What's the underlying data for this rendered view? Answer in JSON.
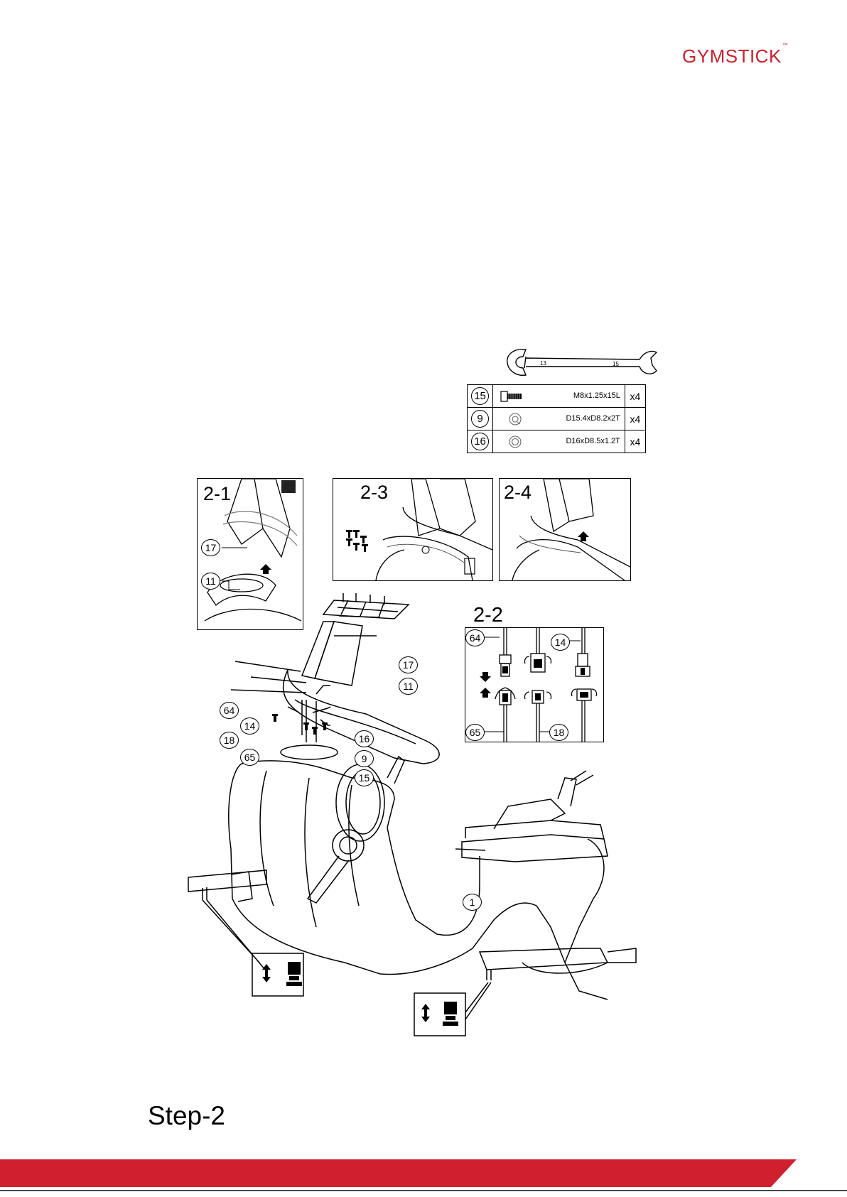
{
  "brand": {
    "name": "GYMSTICK",
    "trademark": "™",
    "color": "#d0202e"
  },
  "wrench": {
    "size_left": "13",
    "size_right": "15"
  },
  "parts_list": [
    {
      "number": "15",
      "spec": "M8x1.25x15L",
      "qty": "x4",
      "icon": "bolt-icon"
    },
    {
      "number": "9",
      "spec": "D15.4xD8.2x2T",
      "qty": "x4",
      "icon": "curved-washer-icon"
    },
    {
      "number": "16",
      "spec": "D16xD8.5x1.2T",
      "qty": "x4",
      "icon": "flat-washer-icon"
    }
  ],
  "panels": {
    "p21": {
      "title": "2-1",
      "callouts": [
        "17",
        "11"
      ]
    },
    "p23": {
      "title": "2-3"
    },
    "p24": {
      "title": "2-4"
    },
    "p22": {
      "title": "2-2",
      "callouts": [
        "64",
        "14",
        "65",
        "18"
      ]
    }
  },
  "main_callouts": [
    "17",
    "11",
    "64",
    "14",
    "18",
    "16",
    "65",
    "9",
    "15",
    "1"
  ],
  "step": {
    "label": "Step-2"
  },
  "footer": {
    "color": "#d0202e"
  }
}
